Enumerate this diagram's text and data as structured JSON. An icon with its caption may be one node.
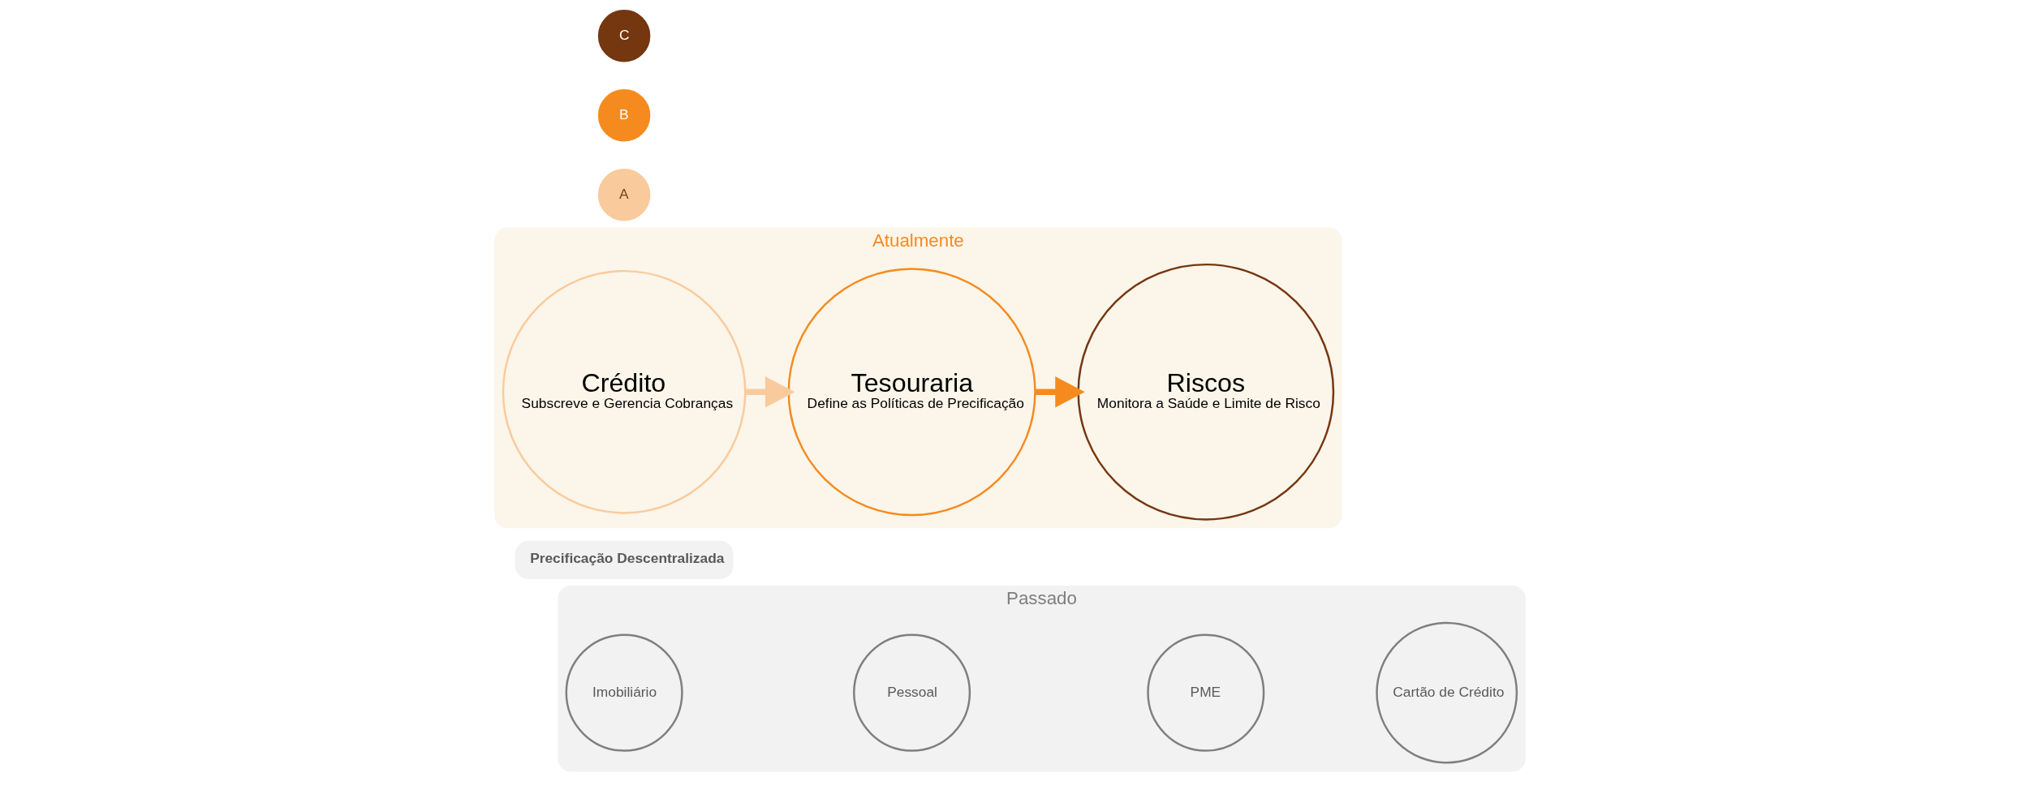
{
  "diagram": {
    "nodes": [
      {
        "text": [
          "Passado"
        ]
      },
      {
        "text": [
          "Imobiliário"
        ],
        "in": 0
      },
      {
        "text": [
          "Pessoal"
        ],
        "in": 0
      },
      {
        "text": [
          "PME"
        ],
        "in": 0
      },
      {
        "text": [
          "Cartão de Crédito"
        ],
        "in": 0
      },
      {
        "text": [
          "Precificação Descentralizada"
        ]
      },
      {
        "text": [
          "Atualmente"
        ]
      },
      {
        "text": [
          "A"
        ]
      },
      {
        "text": [
          "Crédito",
          "Subscreve e Gerencia Cobranças"
        ],
        "in": 6
      },
      {
        "text": [
          "B"
        ]
      },
      {
        "text": [
          "Tesouraria",
          "Define as Políticas de Precificação"
        ],
        "in": 6
      },
      {
        "text": [
          "C"
        ]
      },
      {
        "text": [
          "Riscos",
          "Monitora a Saúde e Limite de Risco"
        ],
        "in": 6
      }
    ],
    "edges": [
      {
        "from": 8,
        "to": 10,
        "arrow": "to",
        "color": "#f9cb9c"
      },
      {
        "from": 10,
        "to": 12,
        "arrow": "to",
        "color": "#f58b1f"
      }
    ]
  }
}
